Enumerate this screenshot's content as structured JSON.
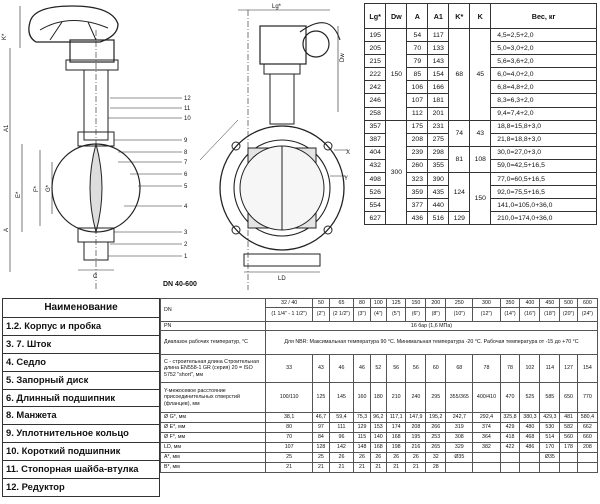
{
  "drawing": {
    "title": "DN 40-600",
    "labels": {
      "k_star": "K*",
      "a1": "A1",
      "a": "A",
      "f_star": "F*",
      "g_star": "G*",
      "e_star": "E*",
      "c": "C",
      "lg_star": "Lg*",
      "dw": "Dw",
      "ld": "LD",
      "x": "X",
      "y": "Y"
    },
    "callouts": [
      "12",
      "11",
      "10",
      "9",
      "8",
      "7",
      "6",
      "5",
      "4",
      "3",
      "2",
      "1"
    ]
  },
  "dims_table": {
    "headers": [
      "Lg*",
      "Dw",
      "A",
      "A1",
      "K*",
      "K",
      "Вес, кг"
    ],
    "rows": [
      [
        "195",
        "54",
        "117",
        "4,5=2,5+2,0"
      ],
      [
        "205",
        "70",
        "133",
        "5,0=3,0+2,0"
      ],
      [
        "215",
        "79",
        "143",
        "5,6=3,6+2,0"
      ],
      [
        "222",
        "85",
        "154",
        "6,0=4,0+2,0"
      ],
      [
        "242",
        "106",
        "166",
        "6,8=4,8+2,0"
      ],
      [
        "246",
        "107",
        "181",
        "8,3=6,3+2,0"
      ],
      [
        "258",
        "112",
        "201",
        "9,4=7,4+2,0"
      ],
      [
        "357",
        "175",
        "231",
        "18,8=15,8+3,0"
      ],
      [
        "387",
        "208",
        "275",
        "21,8=18,8+3,0"
      ],
      [
        "404",
        "239",
        "298",
        "30,0=27,0+3,0"
      ],
      [
        "432",
        "260",
        "355",
        "59,0=42,5+16,5"
      ],
      [
        "498",
        "323",
        "390",
        "77,0=60,5+16,5"
      ],
      [
        "526",
        "359",
        "435",
        "92,0=75,5+16,5"
      ],
      [
        "554",
        "377",
        "440",
        "141,0=105,0+36,0"
      ],
      [
        "627",
        "436",
        "516",
        "210,0=174,0+36,0"
      ]
    ],
    "dw": [
      "150",
      "300"
    ],
    "k_star": [
      "68",
      "74",
      "81",
      "124",
      "129"
    ],
    "k": [
      "45",
      "43",
      "108",
      "150"
    ]
  },
  "names": {
    "header": "Наименование",
    "items": [
      "1.2. Корпус и пробка",
      "3. 7. Шток",
      "4. Седло",
      "5. Запорный диск",
      "6. Длинный подшипник",
      "8. Манжета",
      "9. Уплотнительное кольцо",
      "10. Короткий подшипник",
      "11. Стопорная шайба-втулка",
      "12. Редуктор"
    ]
  },
  "spec_table": {
    "dn_label": "DN",
    "dn_values": [
      "32 / 40",
      "50",
      "65",
      "80",
      "100",
      "125",
      "150",
      "200",
      "250",
      "300",
      "350",
      "400",
      "450",
      "500",
      "600"
    ],
    "inch_values": [
      "(1 1/4\" - 1 1/2\")",
      "(2\")",
      "(2 1/2\")",
      "(3\")",
      "(4\")",
      "(5\")",
      "(6\")",
      "(8\")",
      "(10\")",
      "(12\")",
      "(14\")",
      "(16\")",
      "(18\")",
      "(20\")",
      "(24\")"
    ],
    "pn_label": "PN",
    "pn_value": "16 бар (1,6 МПа)",
    "temp_label": "Диапазон рабочих температур, °С",
    "temp_value": "Для NBR: Максимальная температура 90 °С. Минимальная температура -20 °С. Рабочая температура от -15 до +70 °С",
    "c_label": "С - строительная длина Строительная длина EN558-1 GR (серия) 20 = ISO 5752 \"short\", мм",
    "c_values": [
      "33",
      "43",
      "46",
      "46",
      "52",
      "56",
      "56",
      "60",
      "68",
      "78",
      "78",
      "102",
      "114",
      "127",
      "154"
    ],
    "y_label": "Y-межосевое расстояние присоединительных отверстий (фланцев), мм",
    "y_values": [
      "100/110",
      "125",
      "145",
      "160",
      "180",
      "210",
      "240",
      "295",
      "355/365",
      "400/410",
      "470",
      "525",
      "585",
      "650",
      "770"
    ],
    "rows": [
      {
        "label": "Ø G*, мм",
        "values": [
          "38,1",
          "46,7",
          "59,4",
          "75,3",
          "96,2",
          "117,1",
          "147,9",
          "195,2",
          "242,7",
          "292,4",
          "325,8",
          "380,3",
          "429,3",
          "481",
          "580,4"
        ]
      },
      {
        "label": "Ø E*, мм",
        "values": [
          "80",
          "97",
          "111",
          "129",
          "153",
          "174",
          "208",
          "266",
          "319",
          "374",
          "429",
          "480",
          "530",
          "582",
          "662"
        ]
      },
      {
        "label": "Ø F*, мм",
        "values": [
          "70",
          "84",
          "96",
          "115",
          "140",
          "168",
          "195",
          "253",
          "308",
          "364",
          "418",
          "468",
          "514",
          "560",
          "660"
        ]
      },
      {
        "label": "LD, мм",
        "values": [
          "107",
          "128",
          "142",
          "148",
          "168",
          "198",
          "216",
          "265",
          "329",
          "382",
          "422",
          "486",
          "170",
          "178",
          "208"
        ]
      },
      {
        "label": "A*, мм",
        "values": [
          "25",
          "25",
          "26",
          "26",
          "26",
          "26",
          "26",
          "32",
          "Ø35",
          "",
          "",
          "",
          "Ø35",
          "",
          ""
        ]
      },
      {
        "label": "B*, мм",
        "values": [
          "21",
          "21",
          "21",
          "21",
          "21",
          "21",
          "21",
          "28",
          "",
          "",
          "",
          "",
          "",
          "",
          ""
        ]
      }
    ]
  }
}
